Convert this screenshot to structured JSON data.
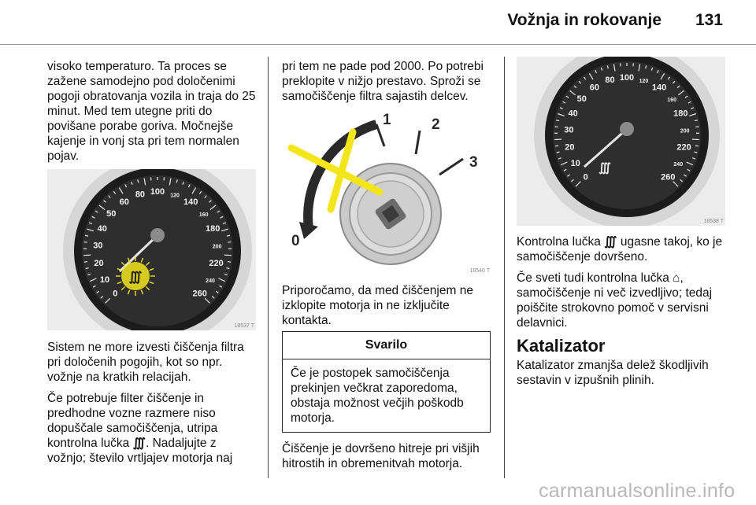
{
  "header": {
    "title": "Vožnja in rokovanje",
    "page_number": "131"
  },
  "col1": {
    "p1": "visoko temperaturo. Ta proces se zažene samodejno pod določenimi pogoji obratovanja vozila in traja do 25 minut. Med tem utegne priti do povišane porabe goriva. Močnejše kajenje in vonj sta pri tem normalen pojav.",
    "fig_code": "18537 T",
    "gauge_labels": [
      "0",
      "10",
      "20",
      "30",
      "40",
      "50",
      "60",
      "80",
      "100",
      "120",
      "140",
      "160",
      "180",
      "200",
      "220",
      "240",
      "260"
    ],
    "p2": "Sistem ne more izvesti čiščenja filtra pri določenih pogojih, kot so npr. vožnje na kratkih relacijah.",
    "p3_a": "Če potrebuje filter čiščenje in predhodne vozne razmere niso dopuščale samočiščenja, utripa kontrolna lučka",
    "p3_b": ". Nadaljujte z vožnjo; število vrtljajev motorja naj"
  },
  "col2": {
    "p1": "pri tem ne pade pod 2000. Po potrebi preklopite v nižjo prestavo. Sproži se samočiščenje filtra sajastih delcev.",
    "fig_code": "18540 T",
    "fig_labels": [
      "0",
      "1",
      "2",
      "3"
    ],
    "p2": "Priporočamo, da med čiščenjem ne izklopite motorja in ne izključite kontakta.",
    "warning_title": "Svarilo",
    "warning_text": "Če je postopek samočiščenja prekinjen večkrat zaporedoma, obstaja možnost večjih poškodb motorja.",
    "p3": "Čiščenje je dovršeno hitreje pri višjih hitrostih in obremenitvah motorja."
  },
  "col3": {
    "fig_code": "18538 T",
    "gauge_labels": [
      "0",
      "10",
      "20",
      "30",
      "40",
      "50",
      "60",
      "80",
      "100",
      "120",
      "140",
      "160",
      "180",
      "200",
      "220",
      "240",
      "260"
    ],
    "p1_a": "Kontrolna lučka",
    "p1_b": "ugasne takoj, ko je samočiščenje dovršeno.",
    "p2_a": "Če sveti tudi kontrolna lučka",
    "p2_b": ", samočiščenje ni več izvedljivo; tedaj poiščite strokovno pomoč v servisni delavnici.",
    "heading": "Katalizator",
    "p3": "Katalizator zmanjša delež škodljivih sestavin v izpušnih plinih."
  },
  "icons": {
    "dpf": "diesel-particulate-filter-icon",
    "engine": "check-engine-icon"
  },
  "colors": {
    "warning_yellow": "#f2e51a",
    "arrow_dark": "#2a2a2a"
  },
  "watermark": "carmanualsonline.info"
}
